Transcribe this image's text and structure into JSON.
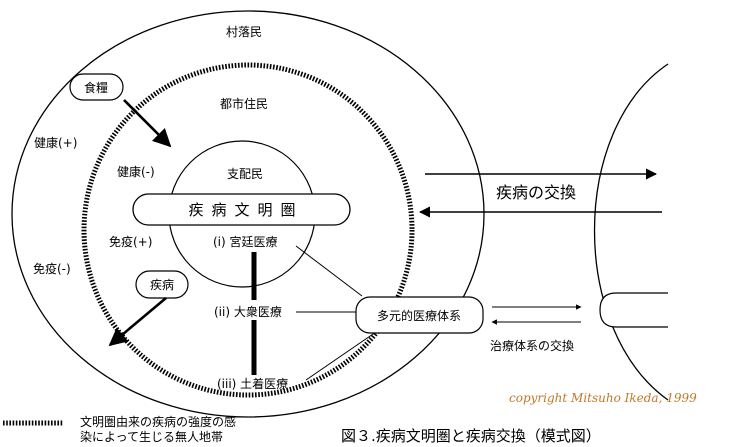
{
  "rings": {
    "outer": "村落民",
    "middle": "都市住民",
    "inner": "支配民"
  },
  "civilization_sphere": "疾病文明圏",
  "outer_labels": {
    "health_plus": "健康(+)",
    "immunity_minus": "免疫(-)"
  },
  "middle_labels": {
    "health_minus": "健康(-)",
    "immunity_plus": "免疫(+)"
  },
  "boxes": {
    "food": "食糧",
    "disease": "疾病",
    "plural_medical": "多元的医療体系"
  },
  "medicine": {
    "court": "(i) 宮廷医療",
    "popular": "(ii) 大衆医療",
    "indigenous": "(iii) 土着医療"
  },
  "exchange": {
    "disease_exchange": "疾病の交換",
    "system_exchange": "治療体系の交換"
  },
  "legend": {
    "line1": "文明圏由来の疾病の強度の感",
    "line2": "染によって生じる無人地帯"
  },
  "caption": "図３.疾病文明圏と疾病交換（模式図）",
  "copyright": "copyright Mitsuho Ikeda, 1999"
}
